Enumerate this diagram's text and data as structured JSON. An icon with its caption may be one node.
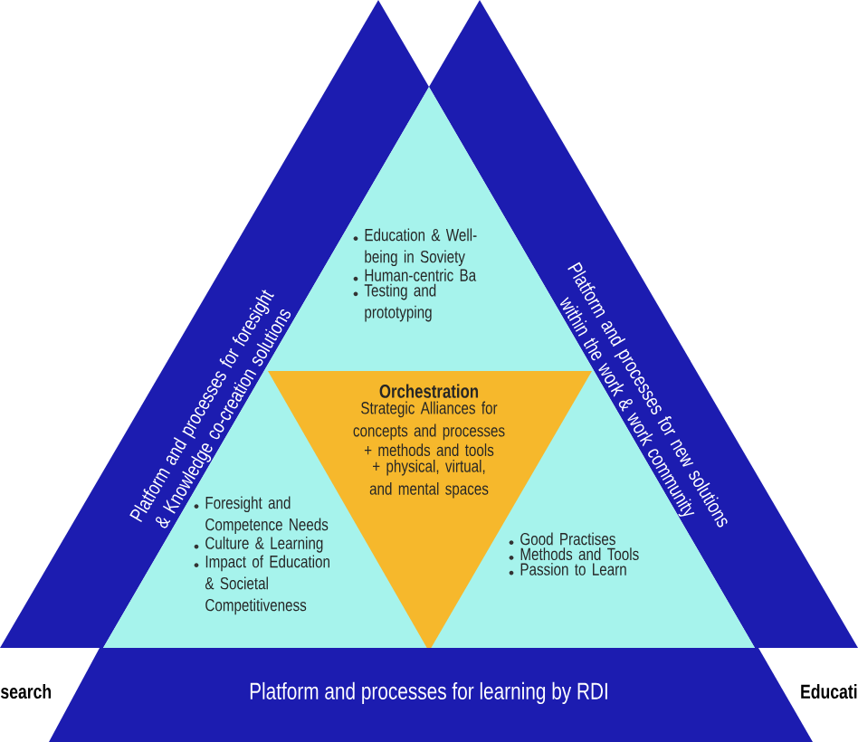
{
  "diagram": {
    "nodes": [
      {
        "text": [
          "Platform and processes for foresight & Knowledge co-creation solutions"
        ]
      },
      {
        "text": [
          "Platform and processes for new solutions within the work & work community"
        ]
      },
      {
        "text": [
          "Education & Well-being in Soviety",
          "Human-centric Ba",
          "Testing and prototyping",
          "Foresight and Competence Needs",
          "Culture & Learning",
          "Impact of Education & Societal Competitiveness",
          "Good Practises",
          "Methods and Tools",
          "Passion to Learn"
        ]
      },
      {
        "text": [
          "Orchestration",
          "Strategic Alliances for concepts and processes",
          "+ methods and tools",
          "+ physical, virtual, and mental spaces"
        ],
        "in": 2
      },
      {
        "text": [
          "Platform and processes for learning by RDI"
        ]
      }
    ],
    "labels": [
      "search",
      "Educati"
    ]
  }
}
